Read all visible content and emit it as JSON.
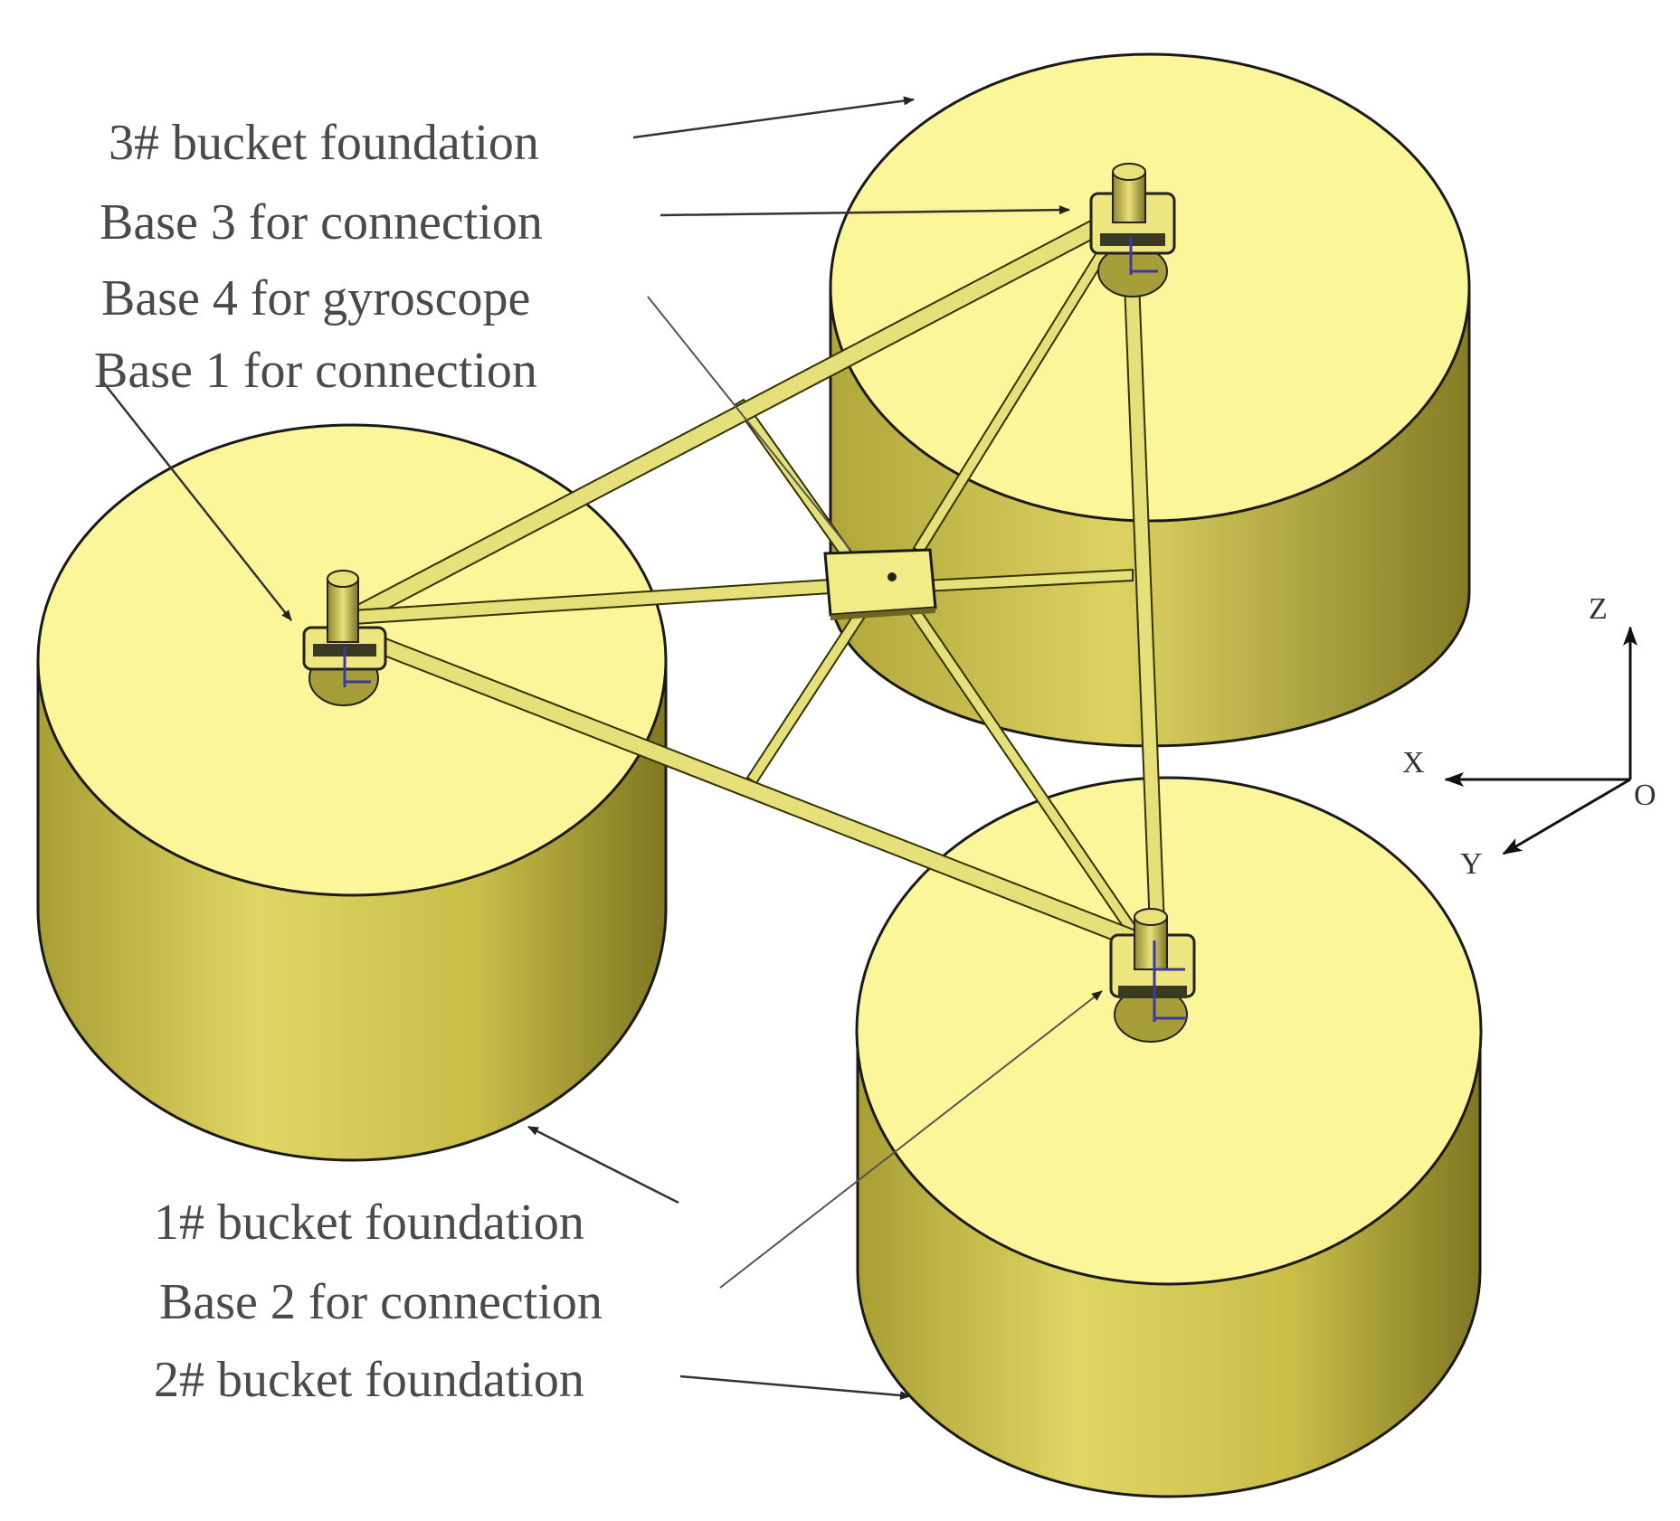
{
  "labels": {
    "bucket3": "3# bucket foundation",
    "base3": "Base 3 for connection",
    "base4": "Base 4 for gyroscope",
    "base1": "Base 1 for connection",
    "bucket1": "1# bucket foundation",
    "base2": "Base 2 for connection",
    "bucket2": "2# bucket foundation"
  },
  "axes": {
    "z": "Z",
    "x": "X",
    "y": "Y",
    "origin": "O"
  },
  "colors": {
    "bucket_top": "#fbf69a",
    "bucket_side_light": "#d8cc58",
    "bucket_side_dark": "#8c8428",
    "frame": "#e8e070",
    "marker": "#3a3aa0"
  }
}
